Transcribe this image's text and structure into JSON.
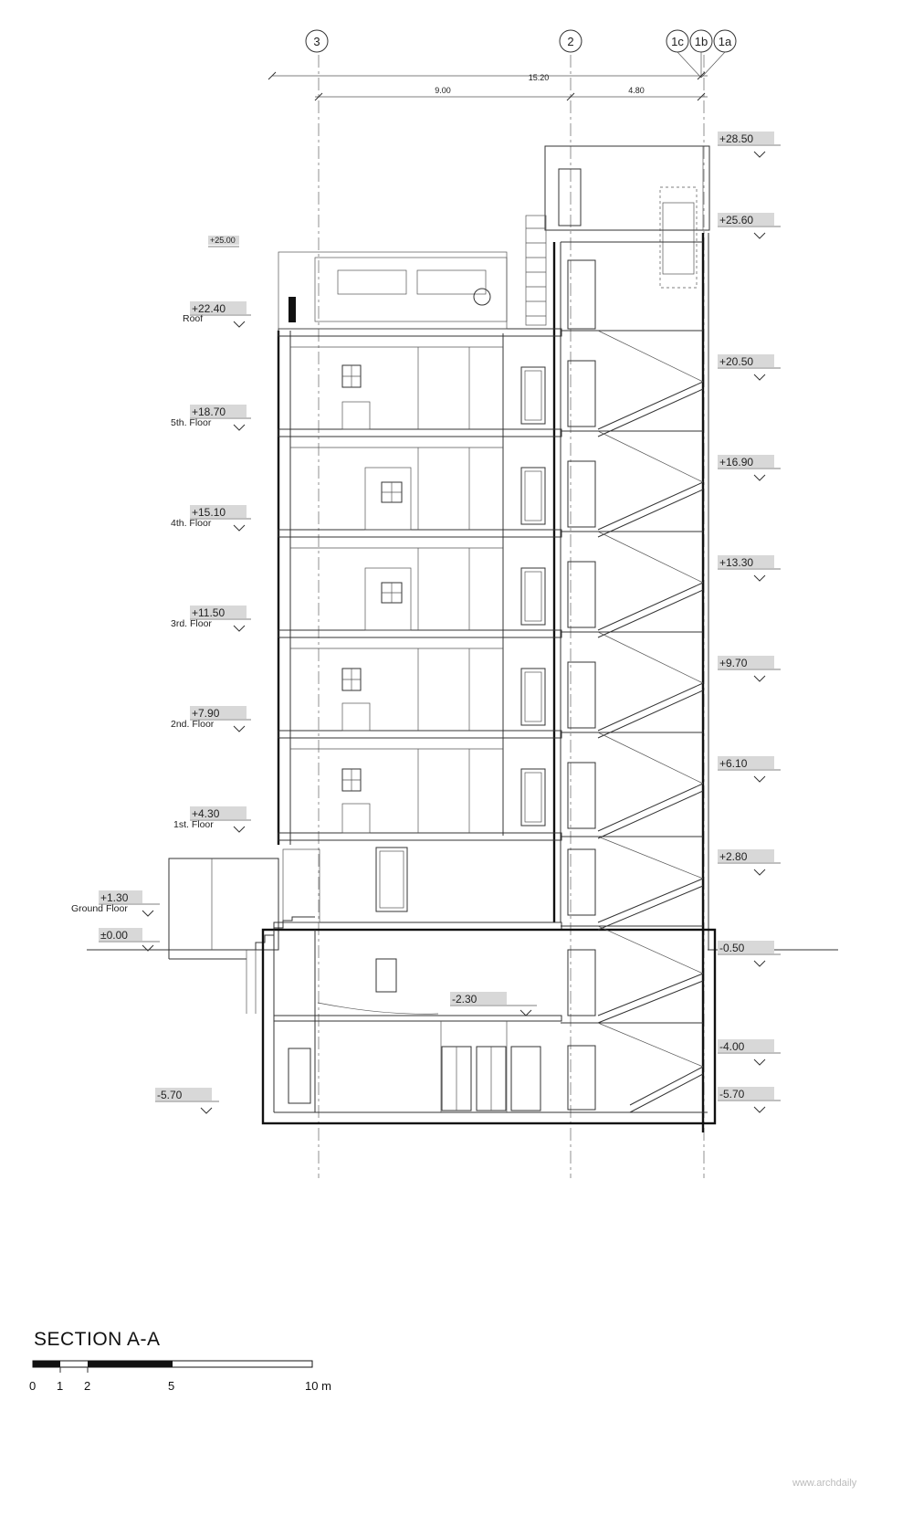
{
  "grid_axes": [
    "3",
    "2",
    "1c",
    "1b",
    "1a"
  ],
  "dimensions": {
    "overall": "15.20",
    "bay_left": "9.00",
    "bay_right": "4.80"
  },
  "levels_left": [
    {
      "value": "+25.00",
      "name": ""
    },
    {
      "value": "+22.40",
      "name": "Roof"
    },
    {
      "value": "+18.70",
      "name": "5th. Floor"
    },
    {
      "value": "+15.10",
      "name": "4th. Floor"
    },
    {
      "value": "+11.50",
      "name": "3rd. Floor"
    },
    {
      "value": "+7.90",
      "name": "2nd. Floor"
    },
    {
      "value": "+4.30",
      "name": "1st. Floor"
    },
    {
      "value": "+1.30",
      "name": "Ground Floor"
    },
    {
      "value": "±0.00",
      "name": ""
    },
    {
      "value": "-5.70",
      "name": ""
    }
  ],
  "levels_right": [
    "+28.50",
    "+25.60",
    "+20.50",
    "+16.90",
    "+13.30",
    "+9.70",
    "+6.10",
    "+2.80",
    "-0.50",
    "-4.00",
    "-5.70"
  ],
  "level_basement": "-2.30",
  "title": "SECTION A-A",
  "scale": {
    "labels": [
      "0",
      "1",
      "2",
      "5",
      "10 m"
    ]
  },
  "watermark": "www.archdaily"
}
